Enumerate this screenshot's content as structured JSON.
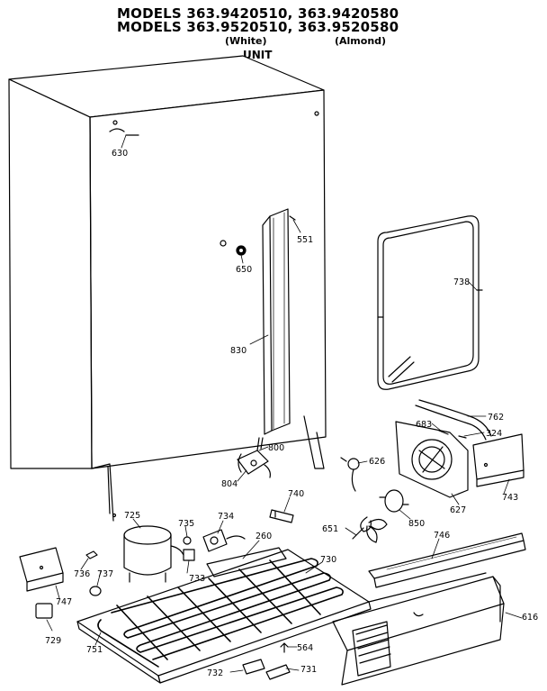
{
  "header": {
    "models_line1": "MODELS 363.9420510, 363.9420580",
    "models_line2": "MODELS 363.9520510, 363.9520580",
    "white_label": "(White)",
    "almond_label": "(Almond)",
    "section_title": "UNIT"
  },
  "parts": {
    "p630": "630",
    "p551": "551",
    "p650": "650",
    "p830": "830",
    "p738": "738",
    "p762": "762",
    "p683": "683",
    "p324": "324",
    "p800": "800",
    "p626": "626",
    "p804": "804",
    "p740": "740",
    "p743": "743",
    "p627": "627",
    "p850": "850",
    "p725": "725",
    "p735": "735",
    "p734": "734",
    "p651": "651",
    "p746": "746",
    "p260": "260",
    "p733": "733",
    "p736": "736",
    "p737": "737",
    "p730": "730",
    "p747": "747",
    "p616": "616",
    "p729": "729",
    "p751": "751",
    "p564": "564",
    "p732": "732",
    "p731": "731"
  }
}
